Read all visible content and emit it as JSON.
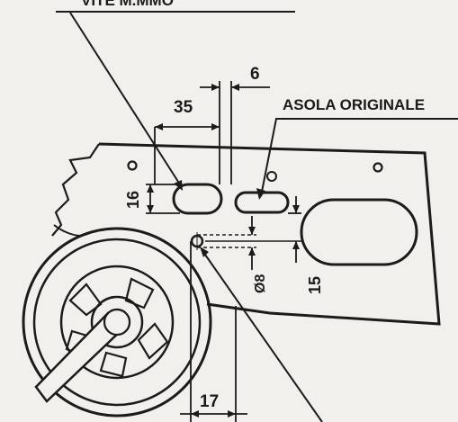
{
  "header_text": "VITE M.MMO",
  "labels": {
    "slot_original": "ASOLA ORIGINALE"
  },
  "dimensions": {
    "d35": "35",
    "d6": "6",
    "d16": "16",
    "d8": "Ø8",
    "d15": "15",
    "d17": "17"
  },
  "colors": {
    "paper": "#f2f0ec",
    "ink": "#1b1b1b"
  }
}
